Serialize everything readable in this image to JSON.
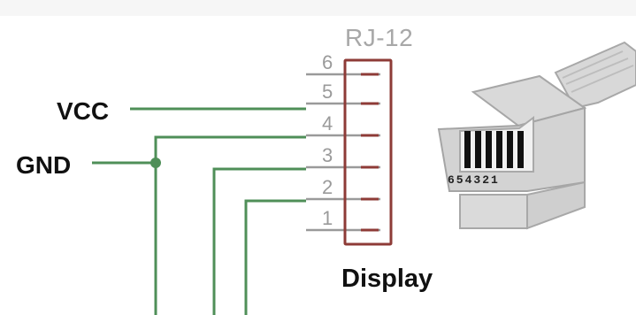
{
  "connector": {
    "title": "RJ-12",
    "pins": [
      "6",
      "5",
      "4",
      "3",
      "2",
      "1"
    ],
    "label": "Display"
  },
  "signals": {
    "vcc": "VCC",
    "gnd": "GND"
  },
  "jack": {
    "pin_numbers": "654321"
  },
  "colors": {
    "wire": "#4f8f58",
    "pin_wire": "#9a9a9a",
    "connector_outline": "#8e3b37",
    "label_text": "#111111"
  }
}
